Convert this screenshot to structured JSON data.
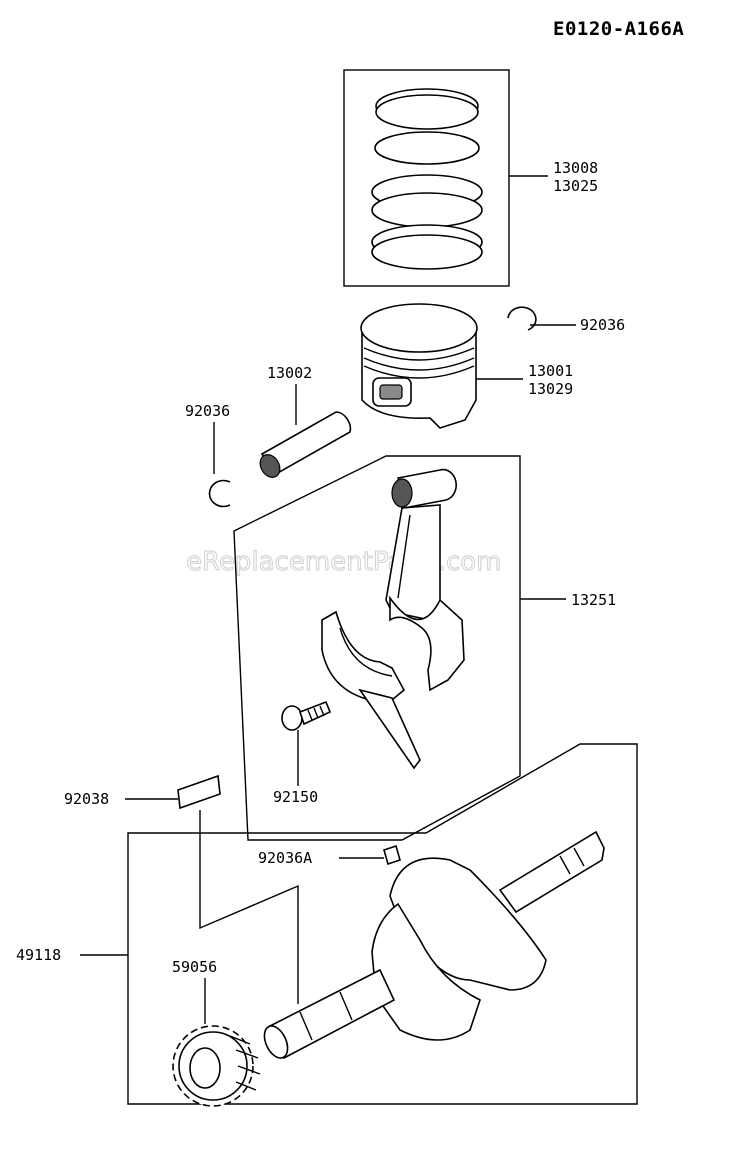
{
  "diagram_code": "E0120-A166A",
  "watermark": "eReplacementParts.com",
  "parts": {
    "piston_ring_set": [
      "13008",
      "13025"
    ],
    "circlip_right": "92036",
    "piston": [
      "13001",
      "13029"
    ],
    "piston_pin": "13002",
    "circlip_left": "92036",
    "connecting_rod": "13251",
    "rod_bolt": "92150",
    "key_left": "92038",
    "key_crank": "92036A",
    "gear": "59056",
    "crankshaft_assembly": "49118"
  }
}
